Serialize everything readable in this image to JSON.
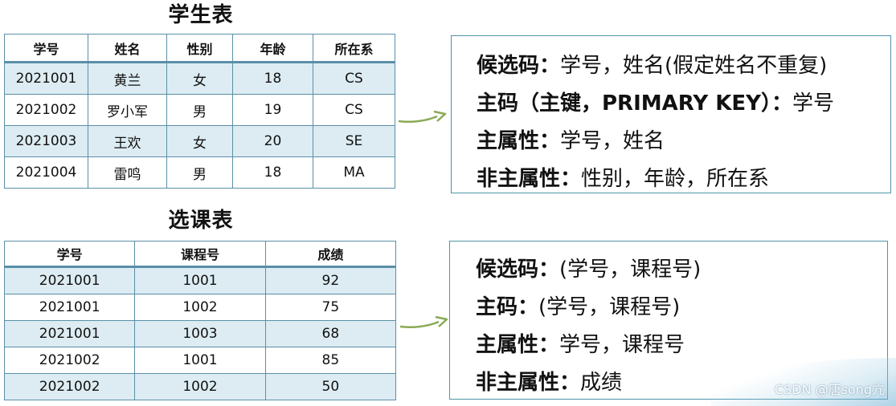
{
  "student_table": {
    "title": "学生表",
    "headers": [
      "学号",
      "姓名",
      "性别",
      "年龄",
      "所在系"
    ],
    "rows": [
      [
        "2021001",
        "黄兰",
        "女",
        "18",
        "CS"
      ],
      [
        "2021002",
        "罗小军",
        "男",
        "19",
        "CS"
      ],
      [
        "2021003",
        "王欢",
        "女",
        "20",
        "SE"
      ],
      [
        "2021004",
        "雷鸣",
        "男",
        "18",
        "MA"
      ]
    ]
  },
  "course_table": {
    "title": "选课表",
    "headers": [
      "学号",
      "课程号",
      "成绩"
    ],
    "rows": [
      [
        "2021001",
        "1001",
        "92"
      ],
      [
        "2021001",
        "1002",
        "75"
      ],
      [
        "2021001",
        "1003",
        "68"
      ],
      [
        "2021002",
        "1001",
        "85"
      ],
      [
        "2021002",
        "1002",
        "50"
      ]
    ]
  },
  "box1": [
    {
      "key": "候选码：",
      "value": "学号，姓名(假定姓名不重复)"
    },
    {
      "key": "主码（主键，PRIMARY KEY）：",
      "value": "学号"
    },
    {
      "key": "主属性：",
      "value": "学号，姓名"
    },
    {
      "key": "非主属性：",
      "value": "性别，年龄，所在系"
    }
  ],
  "box2": [
    {
      "key": "候选码：",
      "value": "(学号，课程号)"
    },
    {
      "key": "主码：",
      "value": "(学号，课程号)"
    },
    {
      "key": "主属性：",
      "value": "学号，课程号"
    },
    {
      "key": "非主属性：",
      "value": "成绩"
    }
  ],
  "watermark": "CSDN @唐song亢",
  "colors": {
    "border": "#5a8fa8",
    "stripe": "#dcecf2",
    "arrow": "#8aaa55",
    "box_border": "#4f94a8"
  }
}
